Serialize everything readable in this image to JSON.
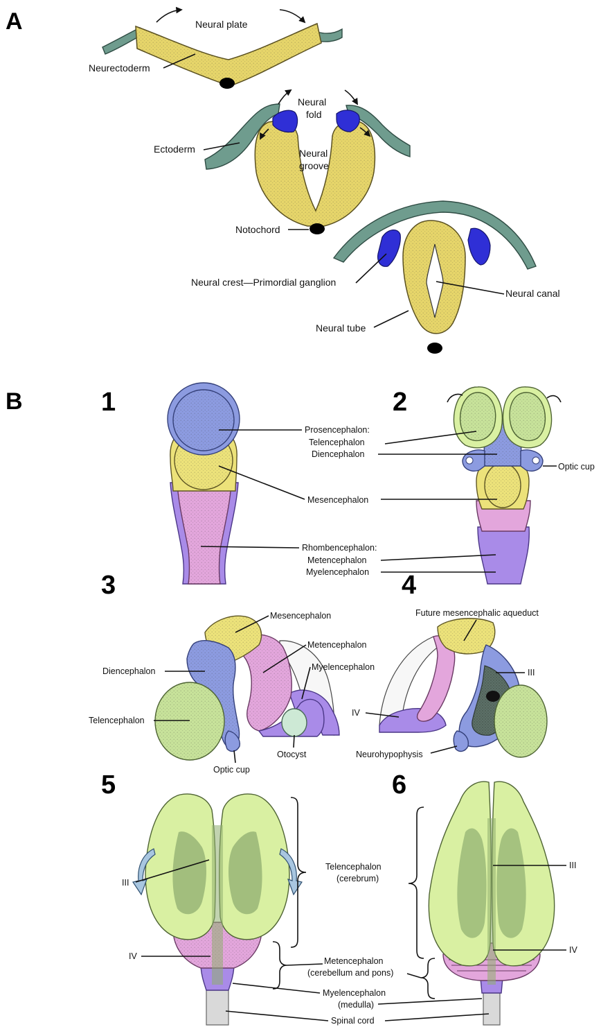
{
  "panels": {
    "a": {
      "letter": "A"
    },
    "b": {
      "letter": "B"
    }
  },
  "stages": [
    "1",
    "2",
    "3",
    "4",
    "5",
    "6"
  ],
  "labels_a": {
    "neural_plate": "Neural plate",
    "neurectoderm": "Neurectoderm",
    "neural_fold_1": "Neural",
    "neural_fold_2": "fold",
    "neural_groove_1": "Neural",
    "neural_groove_2": "groove",
    "ectoderm": "Ectoderm",
    "notochord": "Notochord",
    "neural_crest": "Neural crest—Primordial ganglion",
    "neural_canal": "Neural canal",
    "neural_tube": "Neural tube"
  },
  "labels_b12": {
    "prosencephalon": "Prosencephalon:",
    "telencephalon": "Telencephalon",
    "diencephalon": "Diencephalon",
    "optic_cup": "Optic cup",
    "mesencephalon": "Mesencephalon",
    "rhombencephalon": "Rhombencephalon:",
    "metencephalon": "Metencephalon",
    "myelencephalon": "Myelencephalon"
  },
  "labels_b34": {
    "mesencephalon": "Mesencephalon",
    "metencephalon": "Metencephalon",
    "diencephalon": "Diencephalon",
    "myelencephalon": "Myelencephalon",
    "telencephalon": "Telencephalon",
    "optic_cup": "Optic cup",
    "otocyst": "Otocyst",
    "future_aqueduct": "Future mesencephalic aqueduct",
    "iii": "III",
    "iv": "IV",
    "neurohypophysis": "Neurohypophysis"
  },
  "labels_b56": {
    "iii_left": "III",
    "iv_left": "IV",
    "telencephalon_1": "Telencephalon",
    "telencephalon_2": "(cerebrum)",
    "metencephalon_1": "Metencephalon",
    "metencephalon_2": "(cerebellum and pons)",
    "myelencephalon_1": "Myelencephalon",
    "myelencephalon_2": "(medulla)",
    "spinal_cord": "Spinal cord",
    "iii_right": "III",
    "iv_right": "IV"
  },
  "colors": {
    "neurectoderm": "#e6d56a",
    "ectoderm": "#6f9c8e",
    "neural_crest": "#2f2fd6",
    "prosencephalon": "#8c9be0",
    "mesencephalon": "#ece27a",
    "metencephalon": "#e3a6dc",
    "myelencephalon": "#a98be8",
    "telencephalon": "#c7e29a"
  }
}
